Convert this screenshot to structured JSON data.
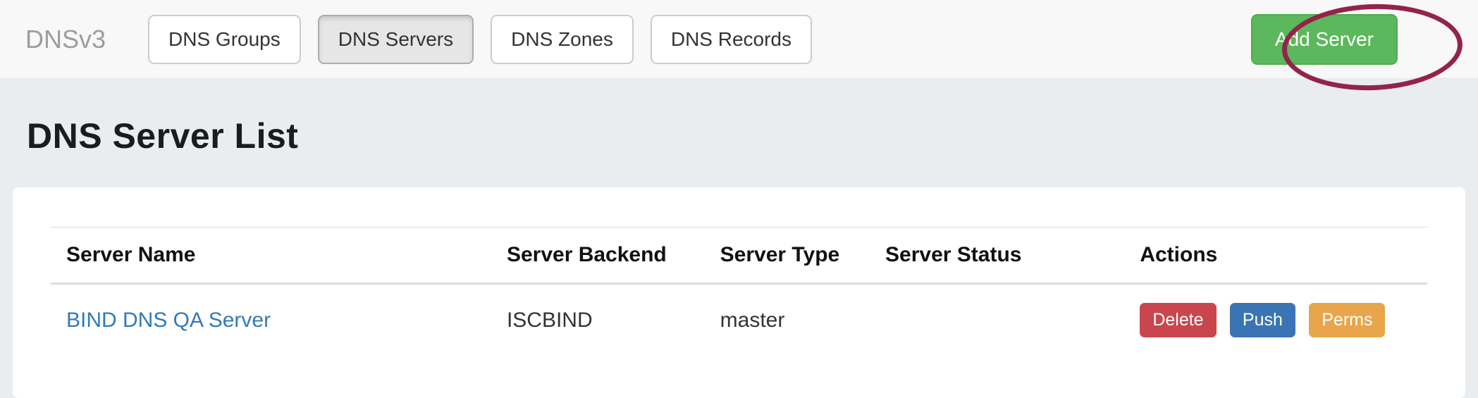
{
  "navbar": {
    "brand": "DNSv3",
    "items": [
      {
        "label": "DNS Groups",
        "active": false
      },
      {
        "label": "DNS Servers",
        "active": true
      },
      {
        "label": "DNS Zones",
        "active": false
      },
      {
        "label": "DNS Records",
        "active": false
      }
    ],
    "add_server_label": "Add Server"
  },
  "page": {
    "title": "DNS Server List"
  },
  "table": {
    "headers": [
      "Server Name",
      "Server Backend",
      "Server Type",
      "Server Status",
      "Actions"
    ],
    "rows": [
      {
        "server_name": "BIND DNS QA Server",
        "server_backend": "ISCBIND",
        "server_type": "master",
        "server_status": "",
        "actions": [
          "Delete",
          "Push",
          "Perms"
        ]
      }
    ]
  },
  "colors": {
    "add_server_button": "#5cb85c",
    "delete_button": "#c9464f",
    "push_button": "#3a74b5",
    "perms_button": "#e8a54b",
    "link": "#337ab7",
    "annotation_circle": "#942349",
    "navbar_background": "#f8f8f8",
    "page_background": "#e9edf0"
  }
}
